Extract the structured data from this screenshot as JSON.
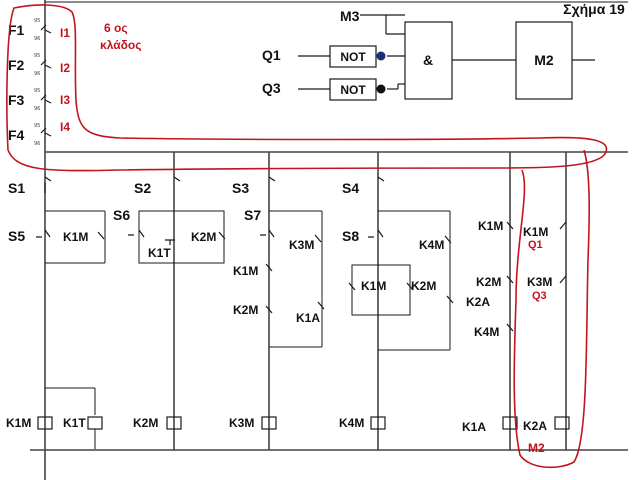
{
  "figure_label": "Σχήμα 19",
  "branch_note": [
    "6 ος",
    "κλάδος"
  ],
  "fuses": [
    "F1",
    "F2",
    "F3",
    "F4"
  ],
  "inputs": [
    "I1",
    "I2",
    "I3",
    "I4"
  ],
  "logic": {
    "m3": "M3",
    "q1": "Q1",
    "q3": "Q3",
    "not": "NOT",
    "and": "&",
    "m2": "M2"
  },
  "switches": [
    "S1",
    "S2",
    "S3",
    "S4",
    "S5",
    "S6",
    "S7",
    "S8"
  ],
  "contacts": {
    "k1m": "K1M",
    "k2m": "K2M",
    "k3m": "K3M",
    "k4m": "K4M",
    "k1t": "K1T",
    "k1a": "K1A",
    "k2a": "K2A"
  },
  "red_marks": {
    "q1": "Q1",
    "q3": "Q3",
    "m2": "M2"
  },
  "colors": {
    "annotation": "#c0151c",
    "wire": "#1a1a1a",
    "not_input_q1": "#1b2f7a"
  }
}
